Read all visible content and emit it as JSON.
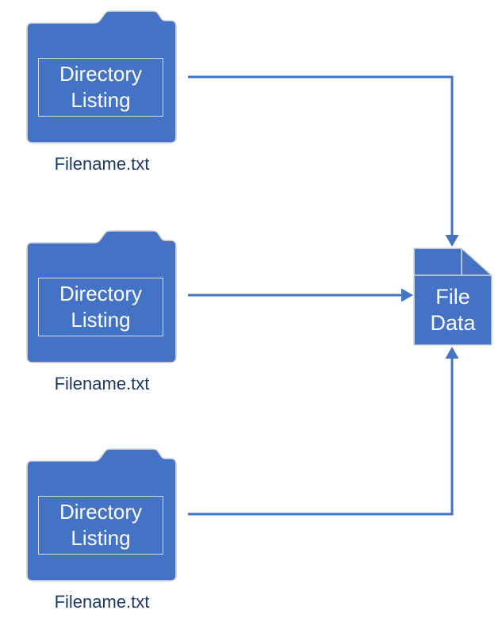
{
  "colors": {
    "shape_fill": "#4472C4",
    "shape_outline": "#D9D9D9",
    "inner_border": "#DCDCDC",
    "arrow": "#4472C4",
    "caption_text": "#1F3864",
    "shape_text": "#FFFFFF",
    "background": "#FFFFFF"
  },
  "diagram": {
    "folders": [
      {
        "label": "Directory Listing",
        "caption": "Filename.txt"
      },
      {
        "label": "Directory Listing",
        "caption": "Filename.txt"
      },
      {
        "label": "Directory Listing",
        "caption": "Filename.txt"
      }
    ],
    "file": {
      "label": "File Data"
    }
  }
}
